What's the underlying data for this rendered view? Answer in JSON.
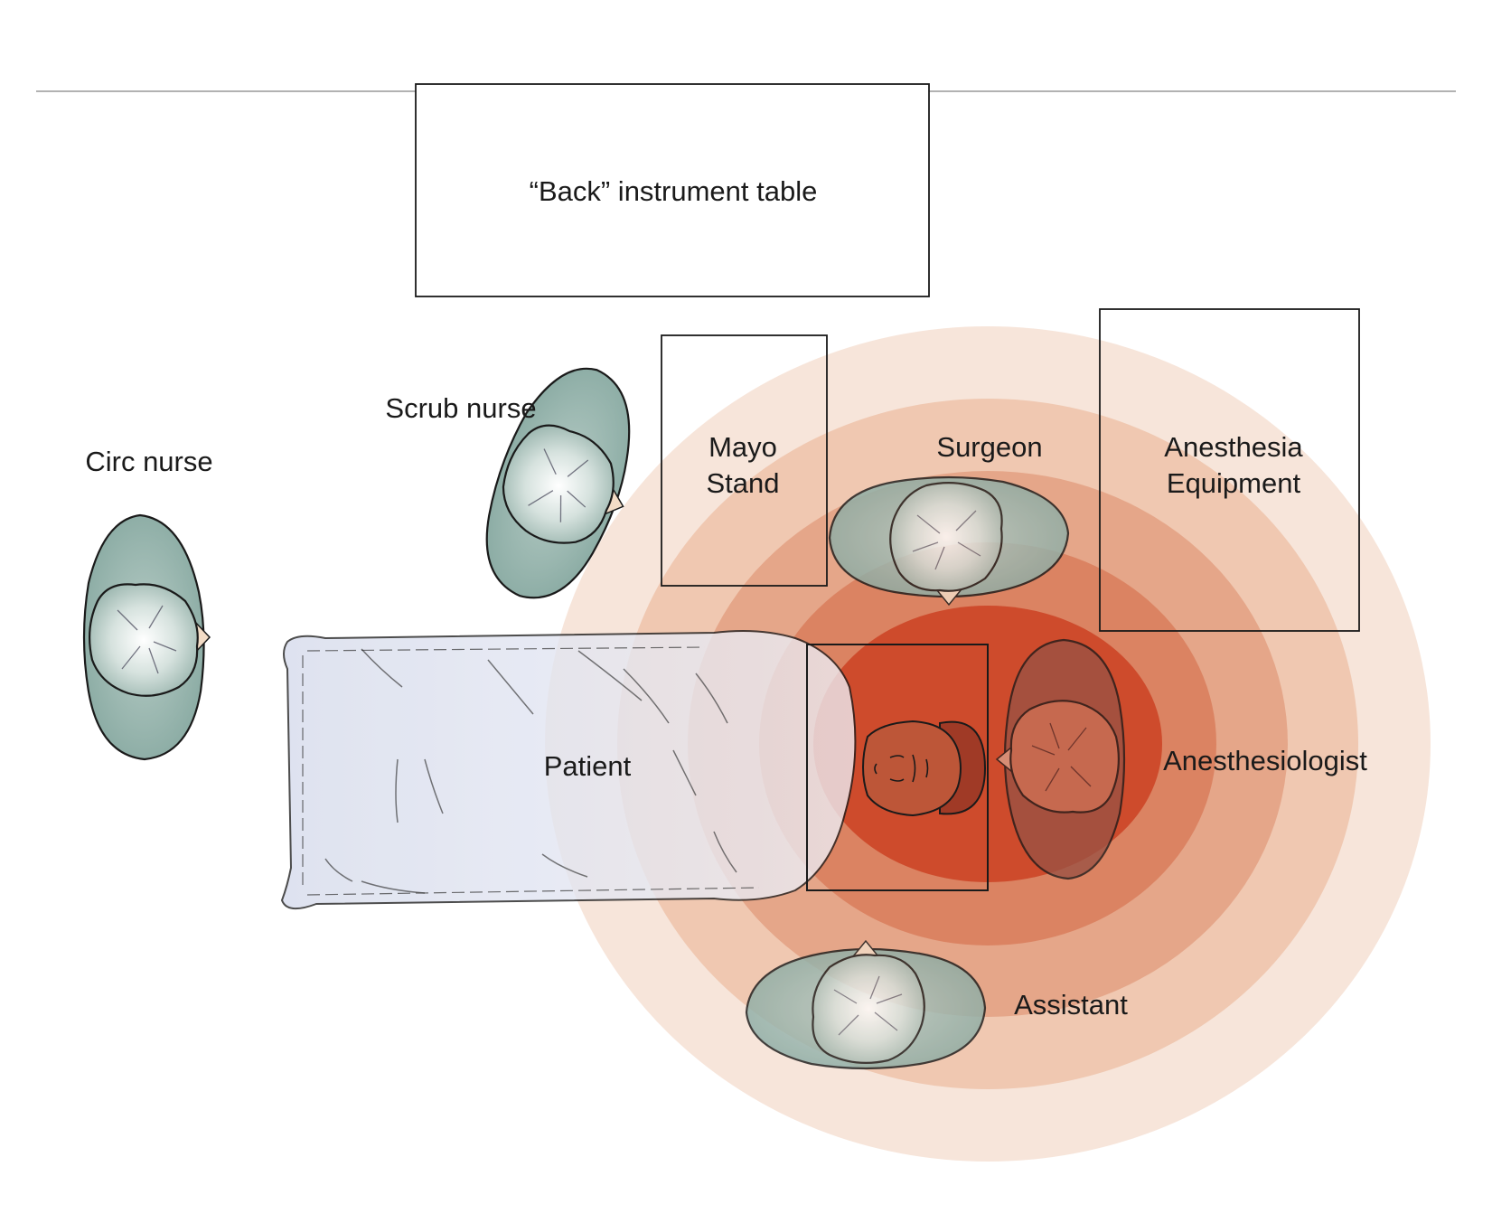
{
  "labels": {
    "back_table": "“Back” instrument table",
    "mayo_line1": "Mayo",
    "mayo_line2": "Stand",
    "anesthesia_line1": "Anesthesia",
    "anesthesia_line2": "Equipment",
    "scrub_nurse": "Scrub nurse",
    "circ_nurse": "Circ nurse",
    "surgeon": "Surgeon",
    "patient": "Patient",
    "anesthesiologist": "Anesthesiologist",
    "assistant": "Assistant"
  },
  "figures": [
    {
      "role": "circ-nurse",
      "facing": "right"
    },
    {
      "role": "scrub-nurse",
      "facing": "down-right"
    },
    {
      "role": "surgeon",
      "facing": "down"
    },
    {
      "role": "anesthesiologist",
      "facing": "left"
    },
    {
      "role": "assistant",
      "facing": "up"
    }
  ],
  "zones": {
    "rings": 5,
    "colors": [
      "#f8e6dc",
      "#efc8b0",
      "#e4a386",
      "#db8060",
      "#cd4a2c"
    ]
  },
  "colors": {
    "person_fill": "#8fb0a8",
    "person_stroke": "#1a1a1a",
    "sheet_fill": "#dde2ef",
    "outline": "#1a1a1a",
    "rule": "#999999"
  }
}
